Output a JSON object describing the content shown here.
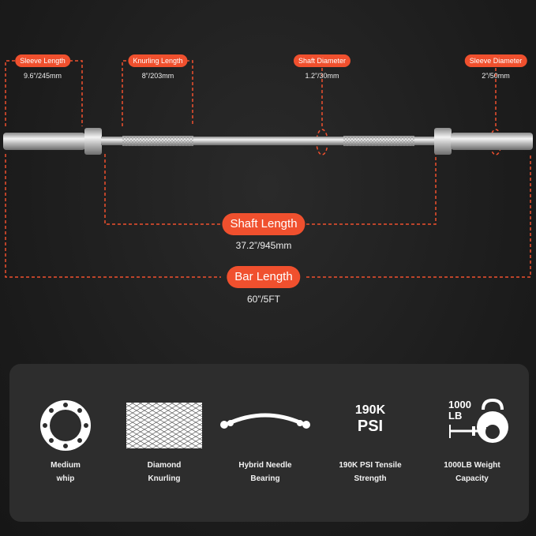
{
  "top_labels": [
    {
      "id": "sleeve-length",
      "label": "Sleeve Length",
      "value": "9.6”/245mm"
    },
    {
      "id": "knurling-length",
      "label": "Knurling Length",
      "value": "8”/203mm"
    },
    {
      "id": "shaft-diameter",
      "label": "Shaft Diameter",
      "value": "1.2”/30mm"
    },
    {
      "id": "sleeve-diameter",
      "label": "Sleeve Diameter",
      "value": "2”/50mm"
    }
  ],
  "shaft_length": {
    "label": "Shaft Length",
    "value": "37.2”/945mm"
  },
  "bar_length": {
    "label": "Bar Length",
    "value": "60”/5FT"
  },
  "features": [
    {
      "icon": "bearing-ring-icon",
      "line1": "Medium",
      "line2": "whip"
    },
    {
      "icon": "diamond-knurling-icon",
      "line1": "Diamond",
      "line2": "Knurling"
    },
    {
      "icon": "curved-bar-icon",
      "line1": "Hybrid Needle",
      "line2": "Bearing"
    },
    {
      "icon": "psi-text-icon",
      "line1": "190K PSI Tensile",
      "line2": "Strength",
      "icon_text_top": "190K",
      "icon_text_bottom": "PSI"
    },
    {
      "icon": "kettlebell-icon",
      "line1": "1000LB Weight",
      "line2": "Capacity",
      "icon_text_top": "1000",
      "icon_text_bottom": "LB"
    }
  ],
  "colors": {
    "accent": "#f0502e",
    "background": "#1b1b1b",
    "panel": "#2d2d2d"
  }
}
